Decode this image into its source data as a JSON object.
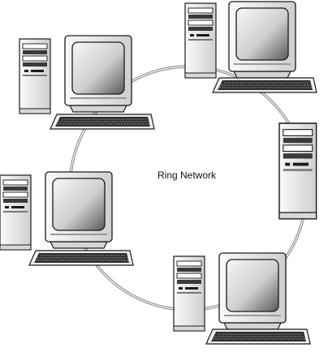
{
  "diagram": {
    "title": "Ring Network",
    "ring": {
      "nodes": 5,
      "connection": "ring"
    },
    "nodes": [
      {
        "type": "workstation",
        "parts": [
          "tower",
          "monitor",
          "keyboard"
        ]
      },
      {
        "type": "workstation",
        "parts": [
          "tower",
          "monitor",
          "keyboard"
        ]
      },
      {
        "type": "tower",
        "parts": [
          "tower"
        ]
      },
      {
        "type": "workstation",
        "parts": [
          "tower",
          "monitor",
          "keyboard"
        ]
      },
      {
        "type": "workstation",
        "parts": [
          "tower",
          "monitor",
          "keyboard"
        ]
      }
    ]
  },
  "colors": {
    "line": "#1a1a1a",
    "body": "#f2f2f2",
    "shade": "#9a9a9a",
    "screen_dark": "#5a5a5a",
    "screen_light": "#f7f7f7"
  }
}
